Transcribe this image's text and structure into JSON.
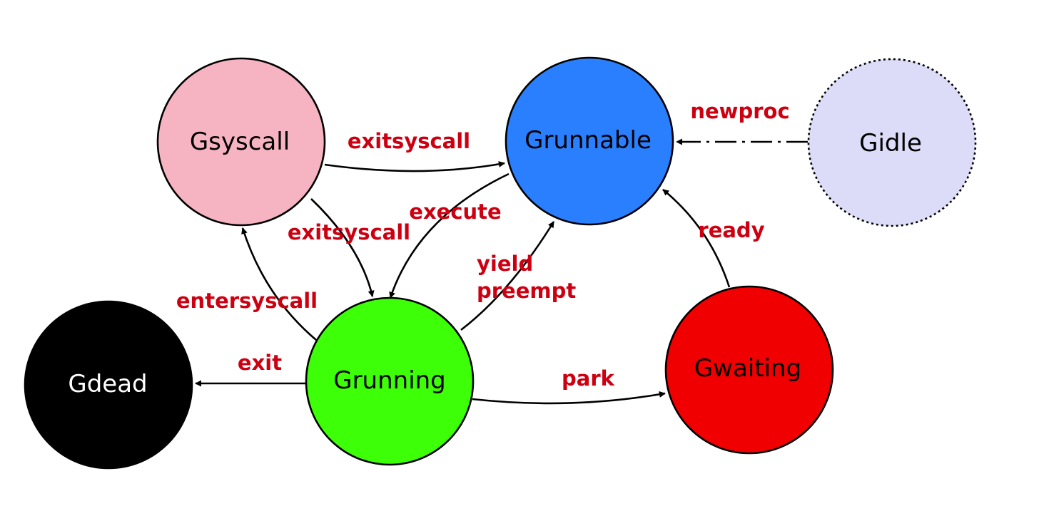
{
  "colors": {
    "edge_label": "#cc0011",
    "edge": "#000000",
    "gsyscall_fill": "#f6b3c1",
    "grunnable_fill": "#2a7fff",
    "gidle_fill": "#dcdcf8",
    "grunning_fill": "#3dff08",
    "gwaiting_fill": "#f00000",
    "gdead_fill": "#000000"
  },
  "nodes": {
    "gsyscall": {
      "label": "Gsyscall",
      "border_style": "solid"
    },
    "grunnable": {
      "label": "Grunnable",
      "border_style": "solid"
    },
    "gidle": {
      "label": "Gidle",
      "border_style": "dotted"
    },
    "grunning": {
      "label": "Grunning",
      "border_style": "solid"
    },
    "gwaiting": {
      "label": "Gwaiting",
      "border_style": "solid"
    },
    "gdead": {
      "label": "Gdead",
      "border_style": "solid"
    }
  },
  "edges": {
    "newproc": {
      "label": "newproc",
      "from": "Gidle",
      "to": "Grunnable",
      "line_style": "dash-dot"
    },
    "exitsyscall_to_runnable": {
      "label": "exitsyscall",
      "from": "Gsyscall",
      "to": "Grunnable"
    },
    "exitsyscall_to_running": {
      "label": "exitsyscall",
      "from": "Gsyscall",
      "to": "Grunning"
    },
    "execute": {
      "label": "execute",
      "from": "Grunnable",
      "to": "Grunning"
    },
    "yield_preempt": {
      "label_line1": "yield",
      "label_line2": "preempt",
      "from": "Grunning",
      "to": "Grunnable"
    },
    "entersyscall": {
      "label": "entersyscall",
      "from": "Grunning",
      "to": "Gsyscall"
    },
    "exit": {
      "label": "exit",
      "from": "Grunning",
      "to": "Gdead"
    },
    "park": {
      "label": "park",
      "from": "Grunning",
      "to": "Gwaiting"
    },
    "ready": {
      "label": "ready",
      "from": "Gwaiting",
      "to": "Grunnable"
    }
  }
}
